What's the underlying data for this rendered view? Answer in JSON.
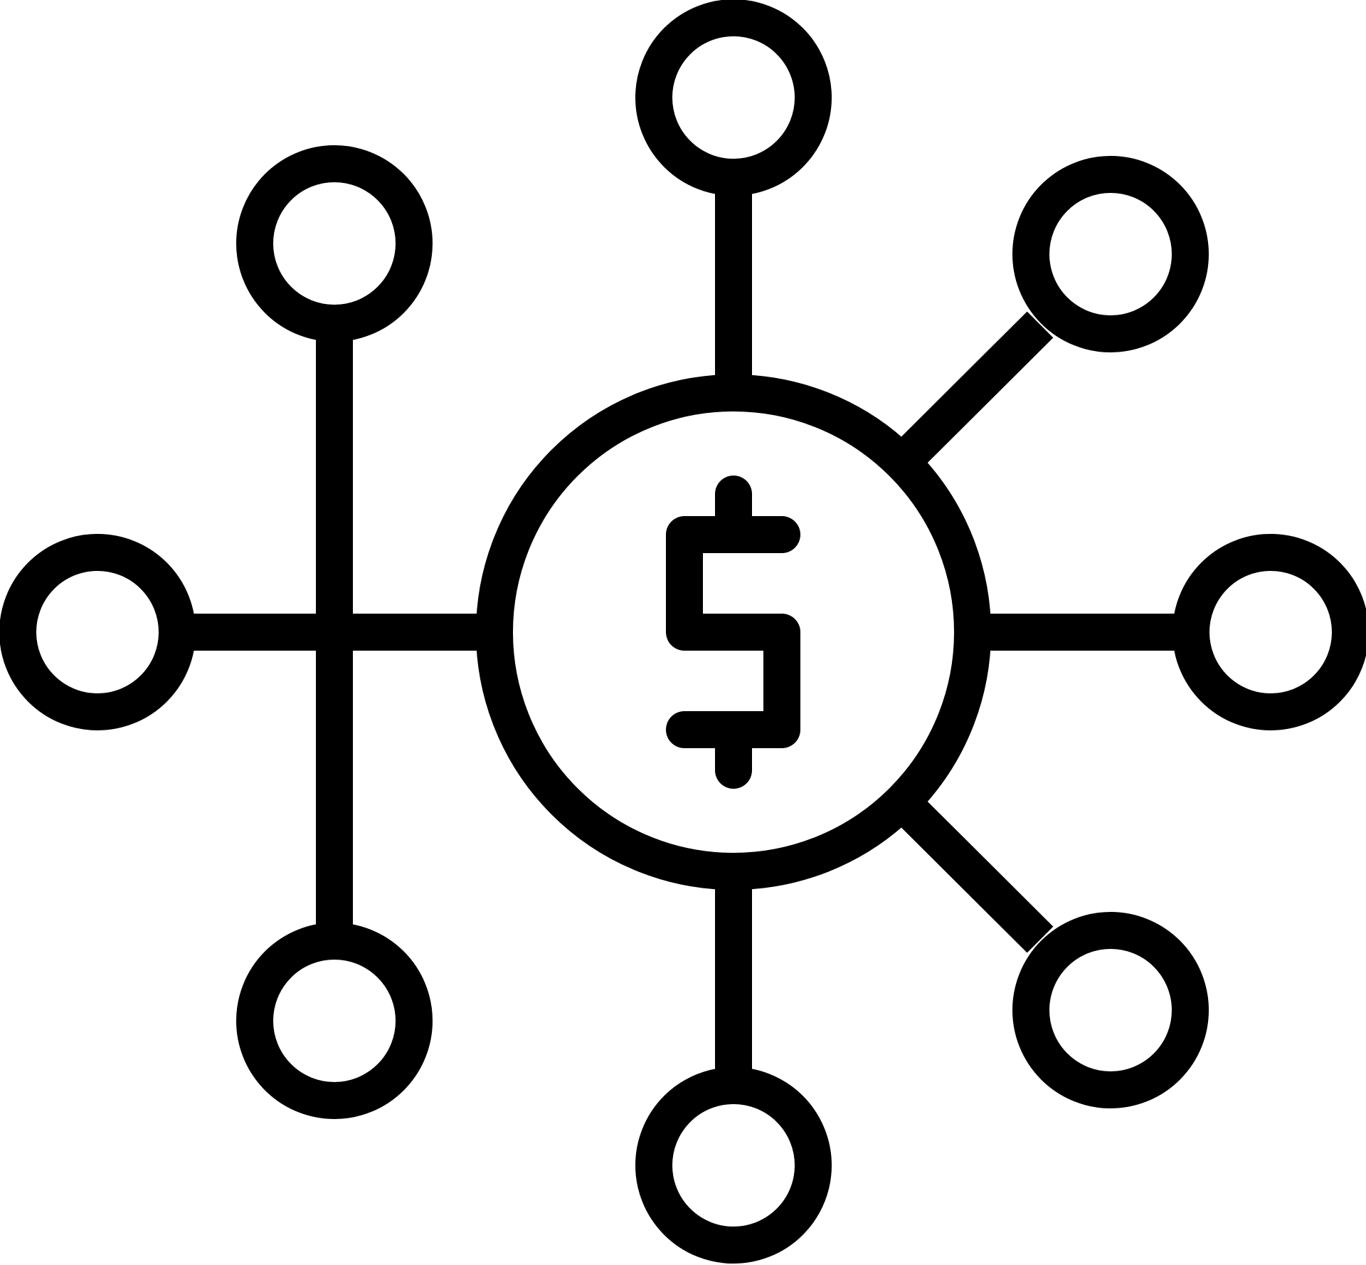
{
  "icon": {
    "name": "money-network-icon",
    "center": "dollar-sign-icon",
    "nodes": [
      "node-top",
      "node-upper-right",
      "node-right",
      "node-lower-right",
      "node-bottom",
      "node-lower-left",
      "node-left",
      "node-upper-left"
    ]
  },
  "colors": {
    "stroke": "#000000",
    "background": "#ffffff"
  }
}
